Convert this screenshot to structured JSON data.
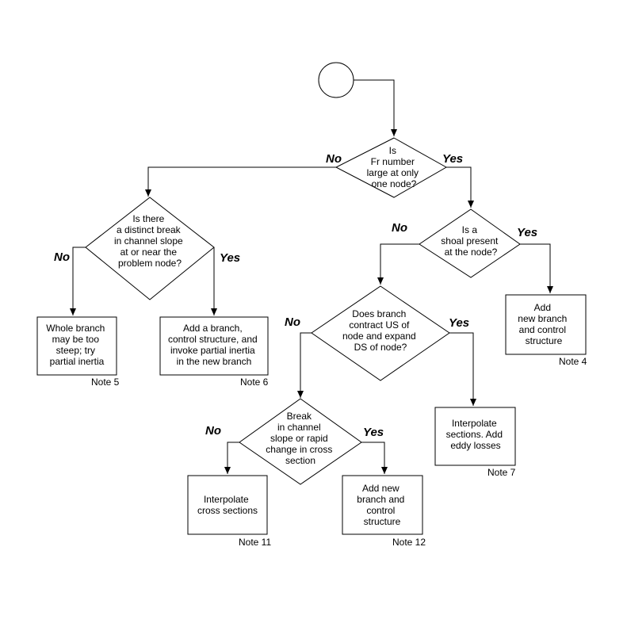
{
  "flowchart": {
    "decisions": {
      "fr_number": [
        "Is",
        "Fr number",
        "large at only",
        "one node?"
      ],
      "distinct_break": [
        "Is there",
        "a distinct break",
        "in channel slope",
        "at or near the",
        "problem node?"
      ],
      "shoal": [
        "Is a",
        "shoal present",
        "at the node?"
      ],
      "contract_expand": [
        "Does branch",
        "contract US of",
        "node and expand",
        "DS of node?"
      ],
      "break_slope": [
        "Break",
        "in channel",
        "slope or rapid",
        "change in cross",
        "section"
      ]
    },
    "actions": {
      "whole_branch": [
        "Whole branch",
        "may be too",
        "steep; try",
        "partial inertia"
      ],
      "add_branch_inertia": [
        "Add a branch,",
        "control structure, and",
        "invoke partial inertia",
        "in the new branch"
      ],
      "new_branch_shoal": [
        "Add",
        "new branch",
        "and control",
        "structure"
      ],
      "interpolate_eddy": [
        "Interpolate",
        "sections.  Add",
        "eddy losses"
      ],
      "interpolate_cross": [
        "Interpolate",
        "cross sections"
      ],
      "new_branch_break": [
        "Add new",
        "branch and",
        "control",
        "structure"
      ]
    },
    "notes": {
      "whole_branch": "Note 5",
      "add_branch_inertia": "Note 6",
      "new_branch_shoal": "Note 4",
      "interpolate_eddy": "Note 7",
      "interpolate_cross": "Note 11",
      "new_branch_break": "Note 12"
    },
    "branch_labels": {
      "fr_no": "No",
      "fr_yes": "Yes",
      "break_no": "No",
      "break_yes": "Yes",
      "shoal_no": "No",
      "shoal_yes": "Yes",
      "contract_no": "No",
      "contract_yes": "Yes",
      "slope_no": "No",
      "slope_yes": "Yes"
    }
  }
}
